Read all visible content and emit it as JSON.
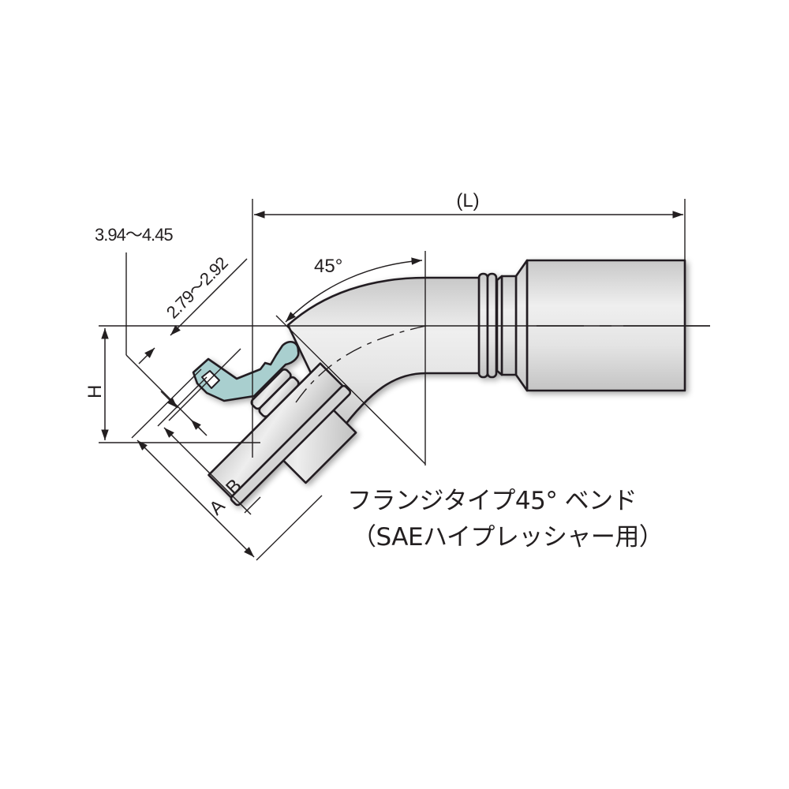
{
  "diagram": {
    "type": "technical-drawing",
    "subject": "Flange type 45° bend hose fitting (SAE high pressure)",
    "colors": {
      "line": "#231f20",
      "body_light": "#f0f0f0",
      "body_mid": "#dcdcdc",
      "body_dark": "#c4c4c4",
      "seal_teal": "#a9cfcf",
      "background": "#ffffff"
    }
  },
  "dimensions": {
    "length": "(L)",
    "angle": "45°",
    "height": "H",
    "a": "A",
    "b": "B",
    "range_top": "3.94～4.45",
    "range_diag": "2.79～2.92"
  },
  "caption": {
    "line1": "フランジタイプ45° ベンド",
    "line2": "（SAEハイプレッシャー用）"
  }
}
